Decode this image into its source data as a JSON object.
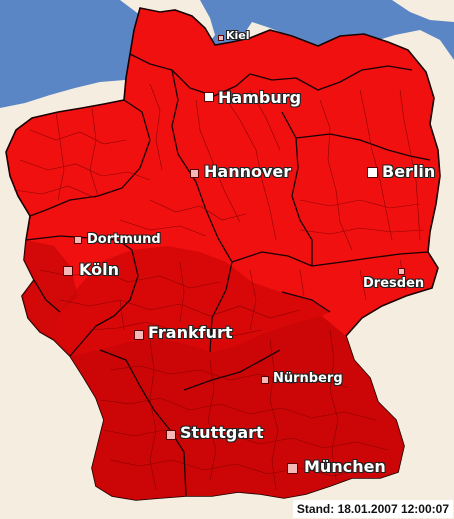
{
  "map": {
    "colors": {
      "sea": "#5b86c6",
      "land_outside": "#f5eee0",
      "germany_light": "#f01010",
      "germany_dark": "#c90606",
      "district_border": "#7a0000",
      "state_border": "#1a0000"
    },
    "cities": [
      {
        "name": "Kiel",
        "size": "small"
      },
      {
        "name": "Hamburg",
        "size": "large"
      },
      {
        "name": "Hannover",
        "size": "large"
      },
      {
        "name": "Berlin",
        "size": "large"
      },
      {
        "name": "Dortmund",
        "size": "medium"
      },
      {
        "name": "Köln",
        "size": "large"
      },
      {
        "name": "Dresden",
        "size": "medium"
      },
      {
        "name": "Frankfurt",
        "size": "large"
      },
      {
        "name": "Nürnberg",
        "size": "medium"
      },
      {
        "name": "Stuttgart",
        "size": "large"
      },
      {
        "name": "München",
        "size": "large"
      }
    ]
  },
  "status": {
    "text": "Stand: 18.01.2007 12:00:07"
  }
}
